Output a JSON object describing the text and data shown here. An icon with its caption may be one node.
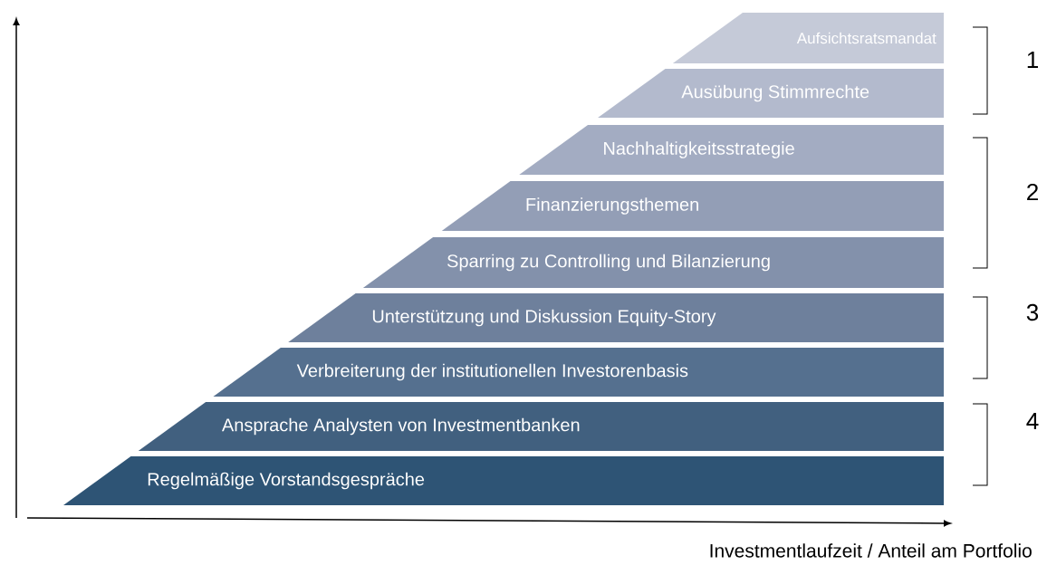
{
  "diagram": {
    "nodes": [
      {
        "text": [
          "Aufsichtsratsmandat"
        ]
      },
      {
        "text": [
          "Ausübung Stimmrechte"
        ]
      },
      {
        "text": [
          "Nachhaltigkeitsstrategie"
        ]
      },
      {
        "text": [
          "Finanzierungsthemen"
        ]
      },
      {
        "text": [
          "Sparring zu Controlling und Bilanzierung"
        ]
      },
      {
        "text": [
          "Unterstützung und Diskussion Equity-Story"
        ]
      },
      {
        "text": [
          "Verbreiterung der institutionellen Investorenbasis"
        ]
      },
      {
        "text": [
          "Ansprache Analysten von Investmentbanken"
        ]
      },
      {
        "text": [
          "Regelmäßige Vorstandsgespräche"
        ]
      }
    ],
    "edges": [],
    "labels": [
      "1",
      "2",
      "3",
      "4",
      "Investmentlaufzeit / Anteil am Portfolio"
    ]
  }
}
